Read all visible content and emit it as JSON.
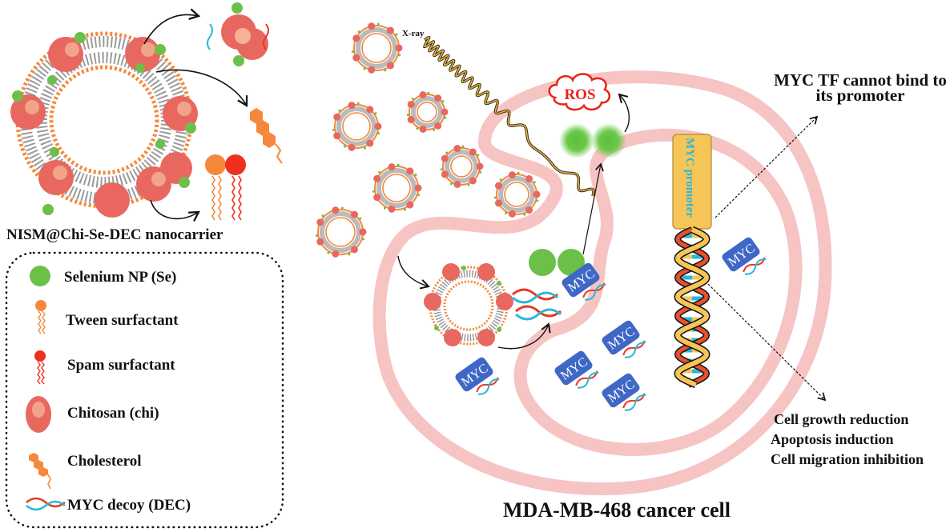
{
  "title": "MDA-MB-468 cancer cell",
  "nanocarrier_label": "NISM@Chi-Se-DEC nanocarrier",
  "xray_label": "X-ray",
  "ros_label": "ROS",
  "promoter_label": "MYC promoter",
  "myc_label": "MYC",
  "annotation_top": [
    "MYC TF cannot bind to",
    "its promoter"
  ],
  "outcomes": [
    "Cell growth reduction",
    "Apoptosis induction",
    "Cell migration inhibition"
  ],
  "legend": {
    "items": [
      {
        "icon": "selenium-np-icon",
        "label": "Selenium NP (Se)"
      },
      {
        "icon": "tween-surfactant-icon",
        "label": "Tween surfactant"
      },
      {
        "icon": "spam-surfactant-icon",
        "label": "Spam surfactant"
      },
      {
        "icon": "chitosan-icon",
        "label": "Chitosan (chi)"
      },
      {
        "icon": "cholesterol-icon",
        "label": "Cholesterol"
      },
      {
        "icon": "myc-decoy-icon",
        "label": "MYC decoy (DEC)"
      }
    ]
  },
  "colors": {
    "membrane": "#f6c4c2",
    "selenium": "#6cc04a",
    "tween": "#f5883a",
    "spam": "#f0301e",
    "chitosan": "#e8685f",
    "myc_box": "#3f67c6",
    "promoter": "#f6c557",
    "ros": "#e8231a",
    "dna_red": "#e83a26",
    "dna_cyan": "#2bb7d8"
  }
}
